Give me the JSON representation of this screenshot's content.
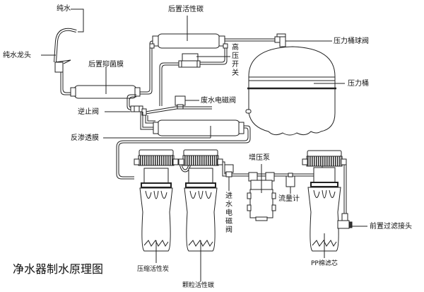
{
  "title": "净水器制水原理图",
  "labels": {
    "pure_water": "纯水",
    "faucet": "纯水龙头",
    "post_carbon": "后置活性碳",
    "post_antibacterial": "后置抑菌膜",
    "high_pressure_switch": "高压开关",
    "tank_ball_valve": "压力桶球阀",
    "pressure_tank": "压力桶",
    "waste_valve": "废水电磁阀",
    "check_valve": "逆止阀",
    "ro_membrane": "反渗透膜",
    "booster_pump": "增压泵",
    "inlet_valve": "进水电磁阀",
    "flow_meter": "流量计",
    "pre_filter_connector": "前置过滤接头",
    "compressed_carbon": "压缩活性炭",
    "granular_carbon": "颗粒活性碳",
    "pp_cotton": "PP棉滤芯"
  },
  "colors": {
    "line": "#222222",
    "pipe_fill": "#ffffff",
    "text": "#111111"
  }
}
